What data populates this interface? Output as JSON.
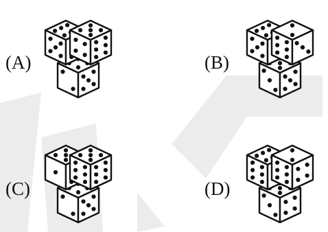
{
  "colors": {
    "ink": "#111111",
    "paper": "#ffffff",
    "watermark": "#ececec"
  },
  "options": [
    {
      "id": "a",
      "label": "(A)"
    },
    {
      "id": "b",
      "label": "(B)"
    },
    {
      "id": "c",
      "label": "(C)"
    },
    {
      "id": "d",
      "label": "(D)"
    }
  ]
}
